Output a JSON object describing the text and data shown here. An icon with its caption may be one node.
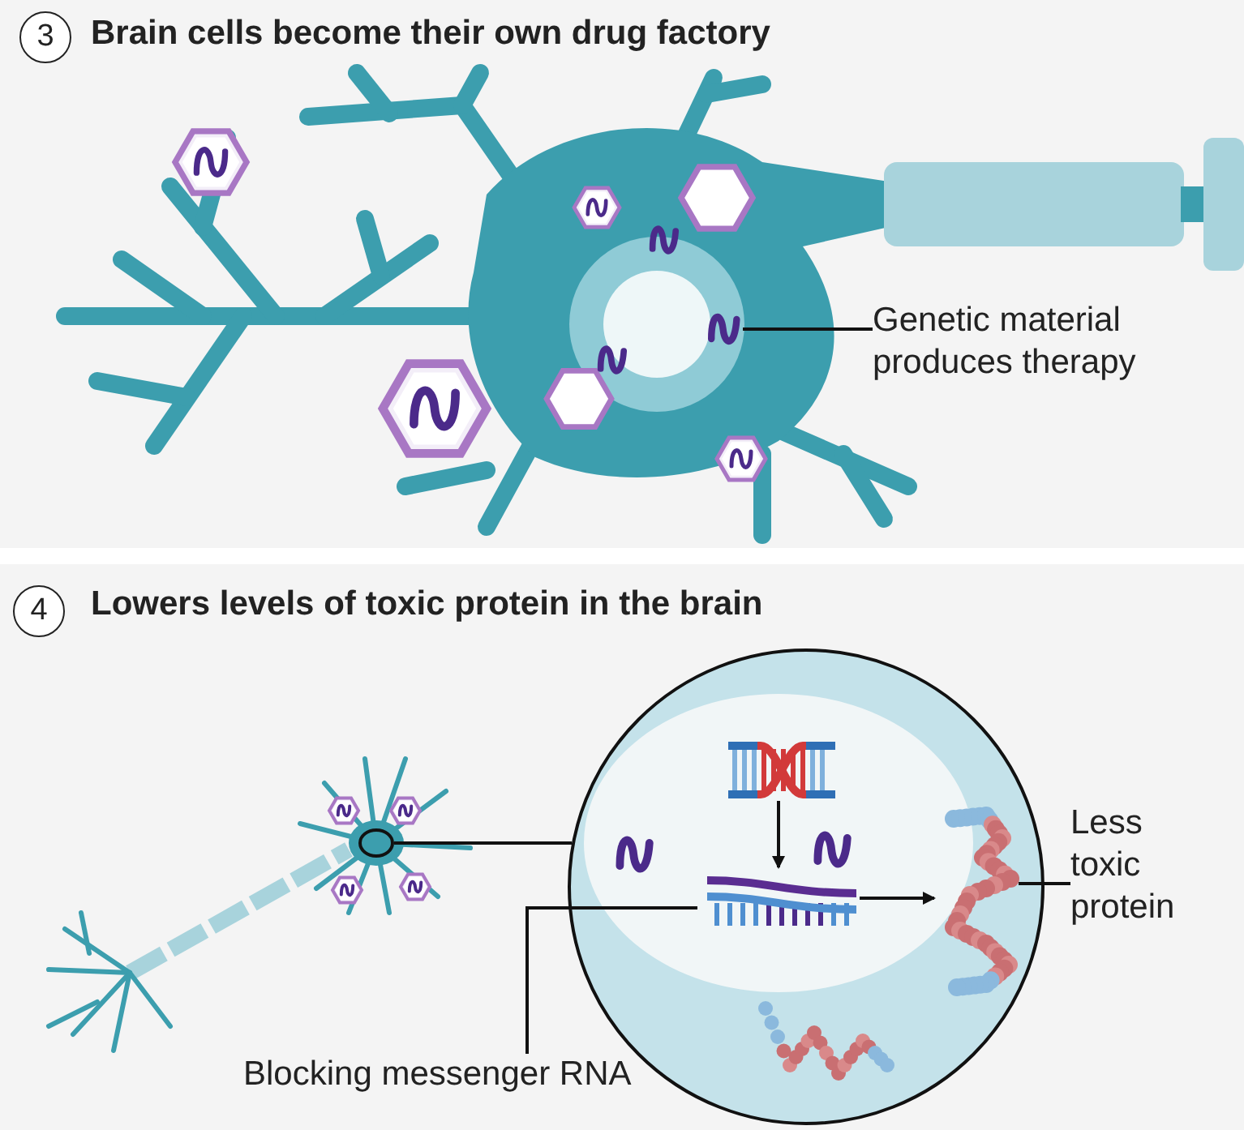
{
  "diagram": {
    "nodes": [
      {
        "text": [
          "Brain cells become their own drug factory"
        ]
      },
      {
        "text": [
          "3"
        ],
        "in": 0
      },
      {
        "text": [
          "Genetic material produces therapy"
        ],
        "in": 0
      },
      {
        "text": [],
        "shape": "picture",
        "in": 0
      },
      {
        "text": [
          "Lowers levels of toxic protein in the brain"
        ]
      },
      {
        "text": [
          "4"
        ],
        "in": 4
      },
      {
        "text": [],
        "shape": "circle",
        "in": 4
      },
      {
        "text": [],
        "shape": "circle",
        "in": 4
      },
      {
        "text": [],
        "shape": "picture",
        "in": 7
      },
      {
        "text": [],
        "shape": "picture",
        "in": 7
      },
      {
        "text": [],
        "shape": "picture",
        "in": 7
      },
      {
        "text": [
          "Blocking messenger RNA"
        ],
        "in": 4
      },
      {
        "text": [
          "Less toxic protein"
        ],
        "in": 4
      }
    ],
    "edges": [
      {
        "from": 2,
        "to": 3,
        "arrow": "none"
      },
      {
        "from": 6,
        "to": 7,
        "arrow": "none"
      },
      {
        "from": 8,
        "to": 9,
        "arrow": "to"
      },
      {
        "from": 9,
        "to": 10,
        "arrow": "to"
      },
      {
        "from": 11,
        "to": 9,
        "arrow": "none"
      },
      {
        "from": 12,
        "to": 10,
        "arrow": "none"
      }
    ]
  }
}
